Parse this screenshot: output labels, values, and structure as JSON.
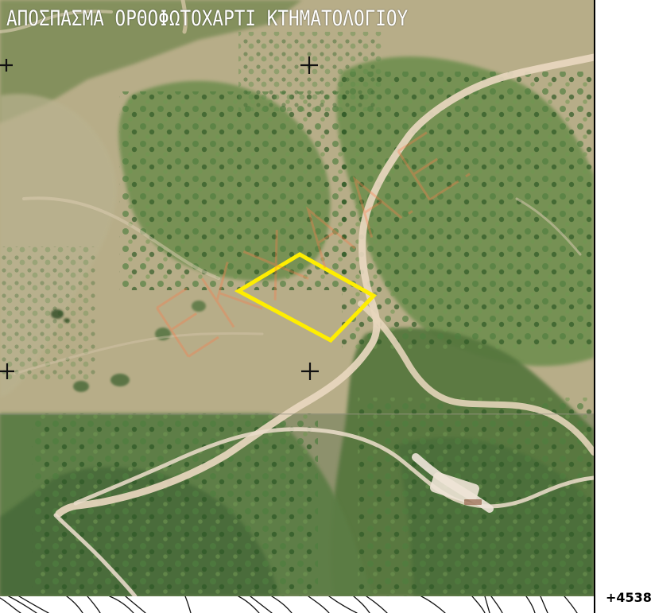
{
  "map": {
    "title": "ΑΠΟΣΠΑΣΜΑ ΟΡΘΟΦΩΤΟΧΑΡΤΙ ΚΤΗΜΑΤΟΛΟΓΙΟΥ",
    "watermark": "ΕΚΧΑ Α.Ε.",
    "coordinate_label": "+4538",
    "colors": {
      "parcel_outline": "#ffee00",
      "watermark": "#ff7b4a",
      "road": "#e8d7bf",
      "vegetation_dark": "#2f5a26",
      "vegetation_mid": "#5f8748",
      "terrain": "#b8b08c"
    },
    "grid_marks": "crosshair-icon"
  }
}
